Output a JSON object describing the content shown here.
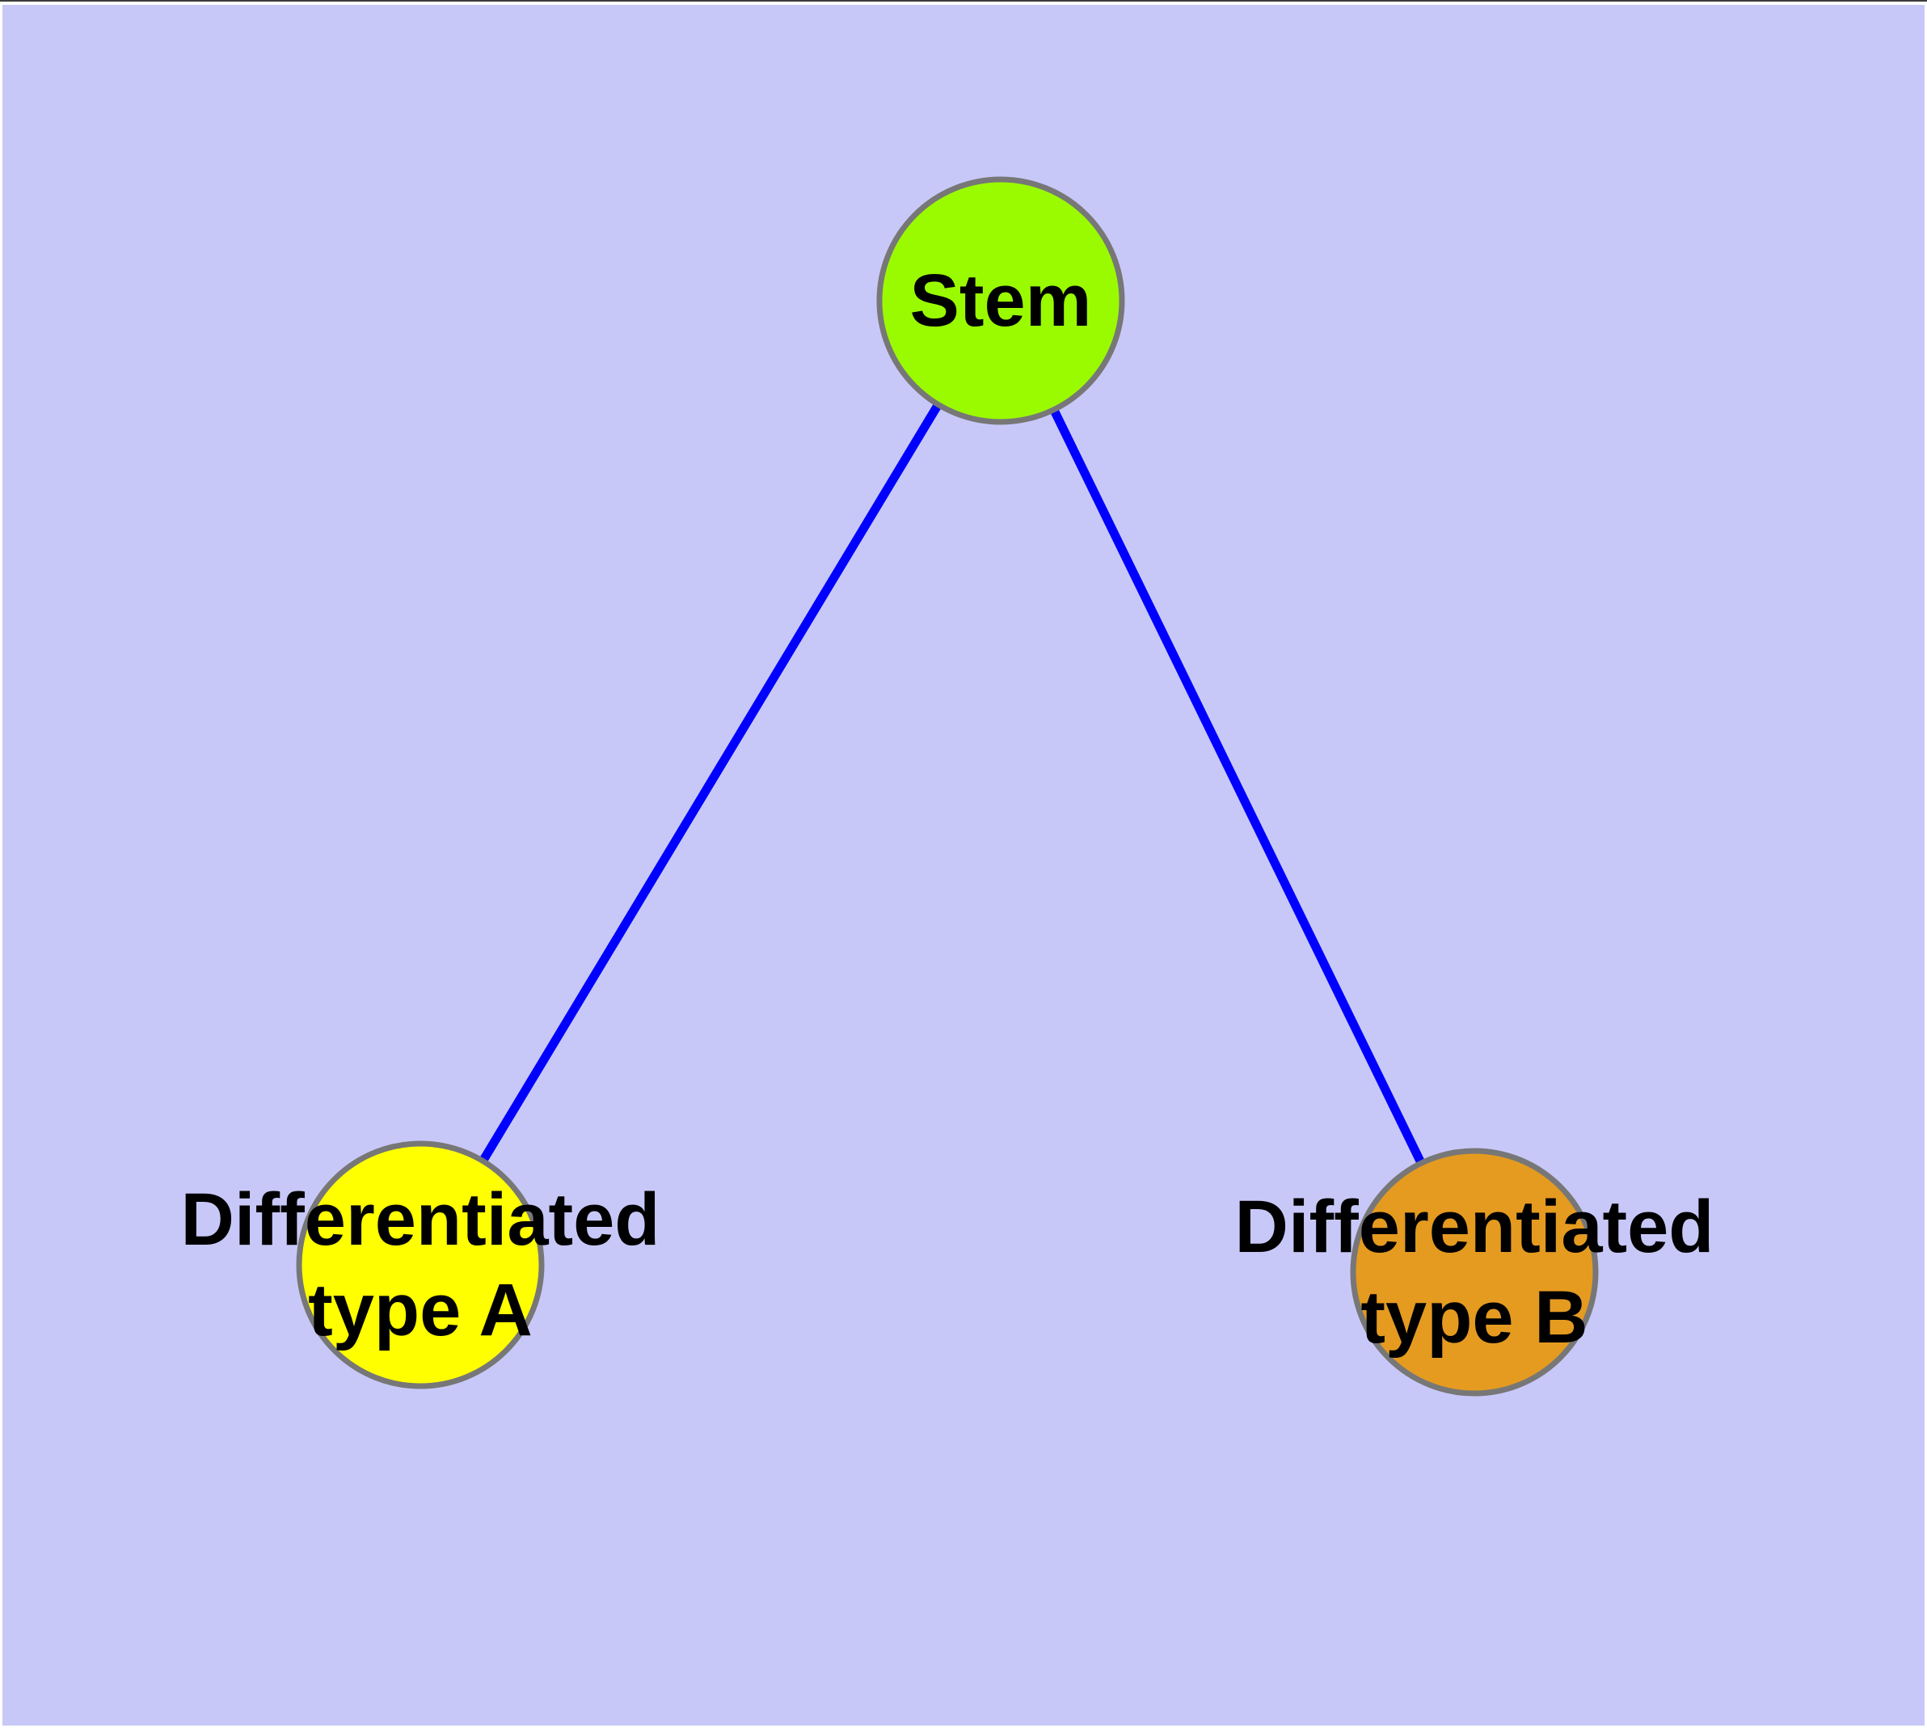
{
  "diagram": {
    "background_color": "#c8c8f8",
    "frame_color": "#ffffff",
    "top_edge_color": "#3c3c3c",
    "edge_color": "#0000ff",
    "edge_width": "11",
    "node_stroke_color": "#777777",
    "node_stroke_width": "7",
    "text_color": "#000000",
    "nodes": {
      "stem": {
        "label": "Stem",
        "fill": "#9afb00"
      },
      "type_a": {
        "label_line1": "Differentiated",
        "label_line2": "type A",
        "fill": "#ffff00"
      },
      "type_b": {
        "label_line1": "Differentiated",
        "label_line2": "type B",
        "fill": "#e59b20"
      }
    }
  }
}
